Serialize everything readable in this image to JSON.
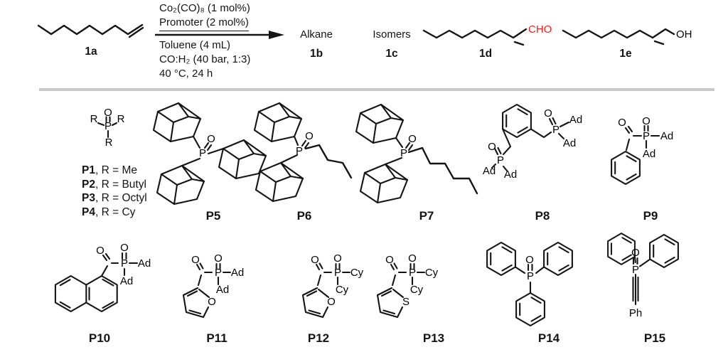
{
  "scheme": {
    "reactant": {
      "label": "1a"
    },
    "arrow": {
      "above": [
        "Co₂(CO)₈ (1 mol%)",
        "Promoter (2 mol%)"
      ],
      "below": [
        "Toluene (4 mL)",
        "CO:H₂ (40 bar, 1:3)",
        "40 °C, 24 h"
      ]
    },
    "products": [
      {
        "name": "Alkane",
        "label": "1b"
      },
      {
        "name": "Isomers",
        "label": "1c"
      },
      {
        "label": "1d",
        "end_group": "CHO"
      },
      {
        "label": "1e",
        "end_group": "OH"
      }
    ]
  },
  "atoms": {
    "O": "O",
    "P": "P",
    "R": "R",
    "S": "S",
    "Ad": "Ad",
    "Cy": "Cy",
    "Ph": "Ph"
  },
  "generic_ligands": [
    {
      "id": "P1",
      "rest": ", R = Me"
    },
    {
      "id": "P2",
      "rest": ", R = Butyl"
    },
    {
      "id": "P3",
      "rest": ", R = Octyl"
    },
    {
      "id": "P4",
      "rest": ", R = Cy"
    }
  ],
  "ligand_labels": {
    "p5": "P5",
    "p6": "P6",
    "p7": "P7",
    "p8": "P8",
    "p9": "P9",
    "p10": "P10",
    "p11": "P11",
    "p12": "P12",
    "p13": "P13",
    "p14": "P14",
    "p15": "P15"
  },
  "colors": {
    "aldehyde_red": "#f01e1e",
    "divider_gray": "#c9c9c9",
    "line_black": "#141414"
  }
}
